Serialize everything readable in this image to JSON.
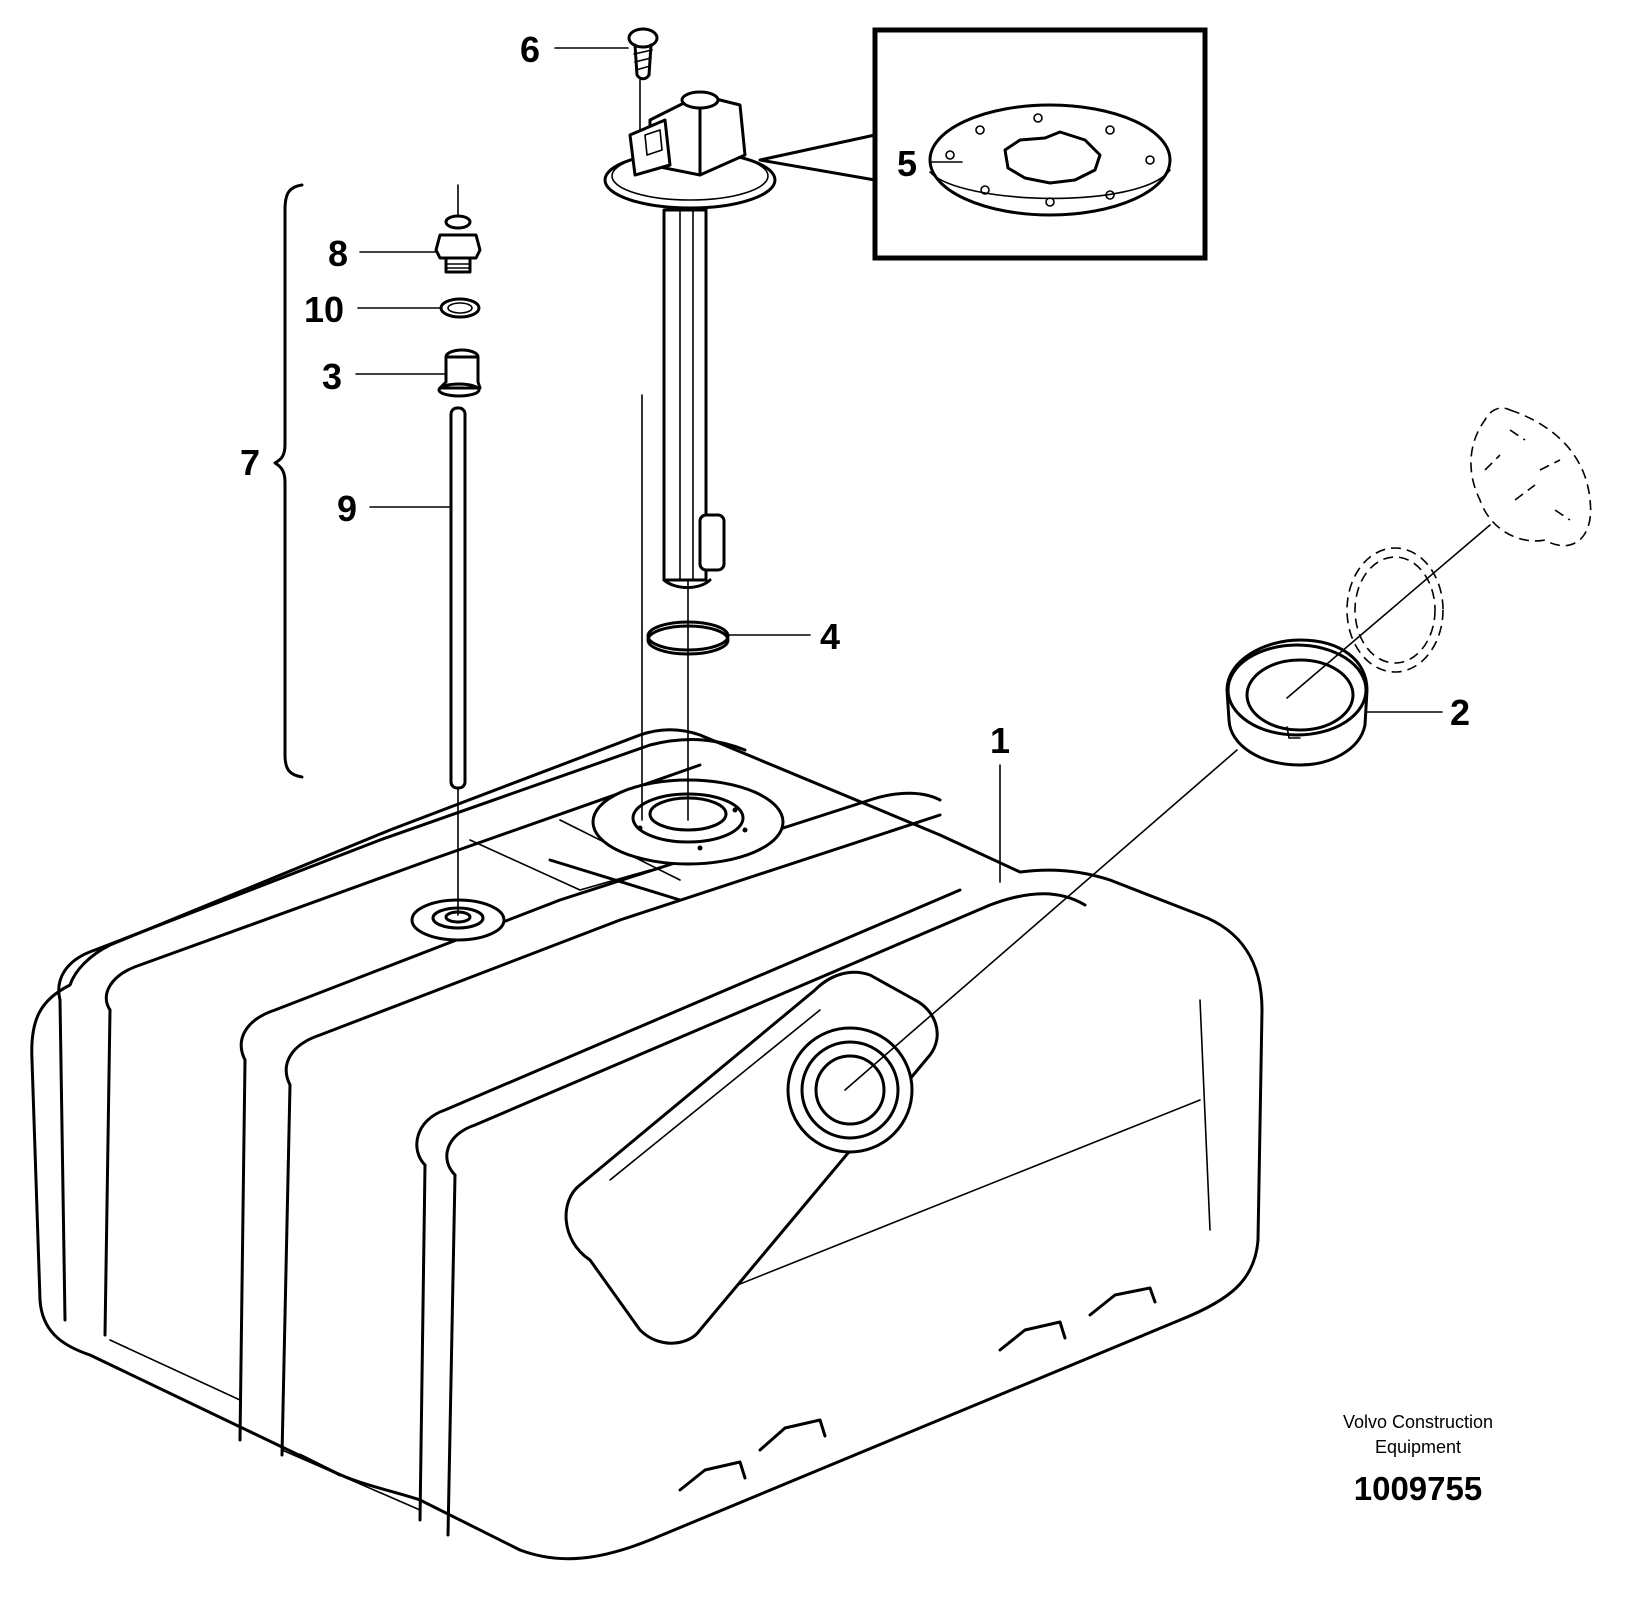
{
  "callouts": {
    "c1": "1",
    "c2": "2",
    "c3": "3",
    "c4": "4",
    "c5": "5",
    "c6": "6",
    "c7": "7",
    "c8": "8",
    "c9": "9",
    "c10": "10"
  },
  "credit": {
    "line1": "Volvo Construction",
    "line2": "Equipment"
  },
  "document_number": "1009755"
}
